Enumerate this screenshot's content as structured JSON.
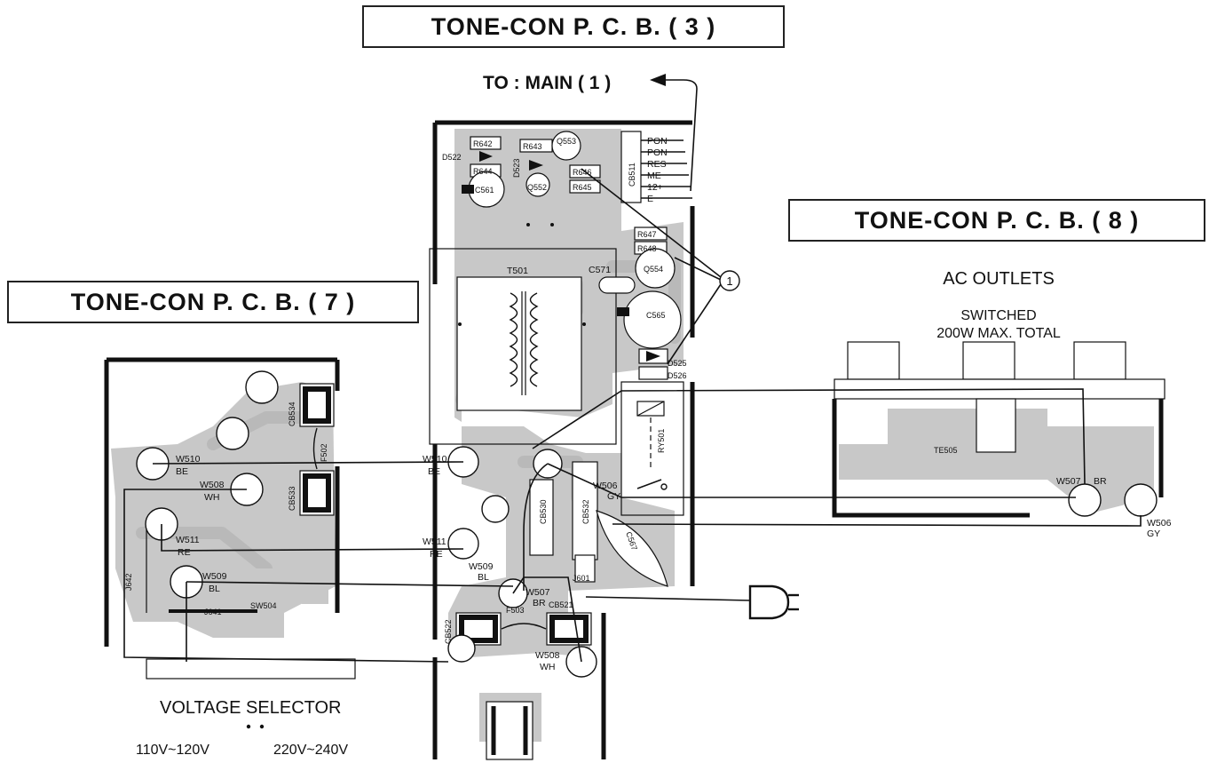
{
  "titles": {
    "board3": "TONE-CON P. C. B. ( 3 )",
    "board7": "TONE-CON P. C. B. ( 7 )",
    "board8": "TONE-CON P. C. B. ( 8 )"
  },
  "to_main": "TO : MAIN ( 1 )",
  "ac_outlets": {
    "title": "AC OUTLETS",
    "line1": "SWITCHED",
    "line2": "200W MAX. TOTAL"
  },
  "voltage_selector": {
    "title": "VOLTAGE SELECTOR",
    "low": "110V~120V",
    "high": "220V~240V"
  },
  "callout": "1",
  "connector_pins": [
    "PON",
    "PON",
    "RES",
    "ME",
    "12+",
    "E"
  ],
  "components": {
    "r642": "R642",
    "r643": "R643",
    "q553": "Q553",
    "d522": "D522",
    "r644": "R644",
    "d523": "D523",
    "r646": "R646",
    "c561": "C561",
    "q552": "Q552",
    "r645": "R645",
    "cb511": "CB511",
    "r647": "R647",
    "r648": "R648",
    "t501": "T501",
    "c571": "C571",
    "q554": "Q554",
    "c565": "C565",
    "d525": "D525",
    "d526": "D526",
    "ry501": "RY501",
    "cb530": "CB530",
    "cb532": "CB532",
    "c567": "C567",
    "j601": "J601",
    "f503": "F503",
    "cb521": "CB521",
    "cb522": "CB522",
    "cb534": "CB534",
    "cb533": "CB533",
    "f502": "F502",
    "j642": "J642",
    "j641": "J641",
    "sw504": "SW504",
    "te505": "TE505"
  },
  "wires": {
    "w510_left": "W510",
    "w510_left_c": "BE",
    "w508_left": "W508",
    "w508_left_c": "WH",
    "w511_left": "W511",
    "w511_left_c": "RE",
    "w509_left": "W509",
    "w509_left_c": "BL",
    "w510_mid": "W510",
    "w510_mid_c": "BE",
    "w506_mid": "W506",
    "w506_mid_c": "GY",
    "w511_mid": "W511",
    "w511_mid_c": "RE",
    "w509_mid": "W509",
    "w509_mid_c": "BL",
    "w507_mid": "W507",
    "w507_mid_c": "BR",
    "w508_bot": "W508",
    "w508_bot_c": "WH",
    "w507_right": "W507",
    "w507_right_c": "BR",
    "w506_right": "W506",
    "w506_right_c": "GY"
  },
  "colors": {
    "ink": "#111111",
    "copper": "#c8c8c8",
    "paper": "#ffffff"
  }
}
